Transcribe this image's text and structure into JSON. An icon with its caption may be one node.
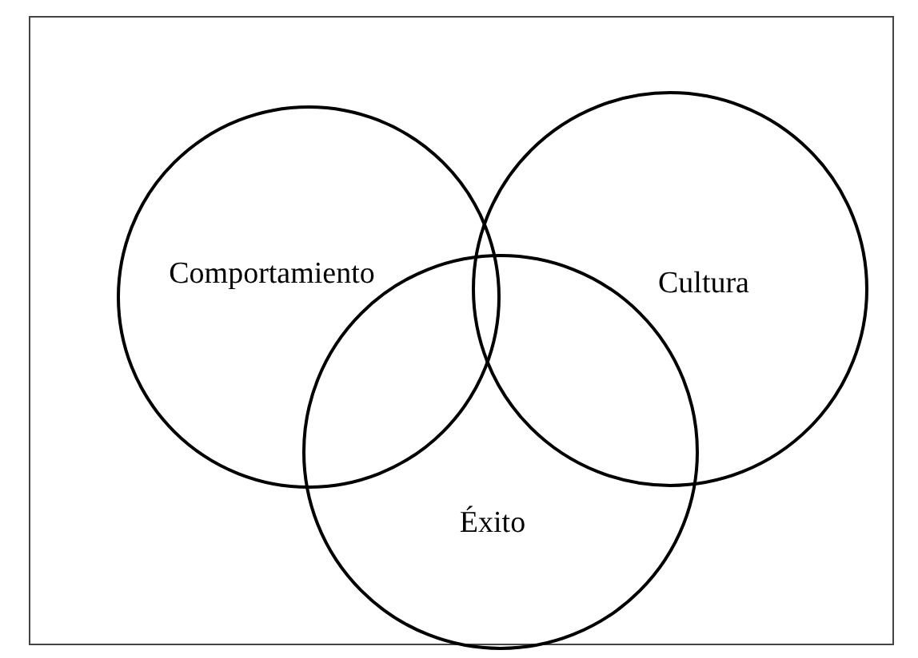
{
  "diagram": {
    "nodes": [
      {
        "text": [
          "Comportamiento"
        ]
      },
      {
        "text": [
          "Cultura"
        ]
      },
      {
        "text": [
          "Éxito"
        ]
      }
    ]
  }
}
